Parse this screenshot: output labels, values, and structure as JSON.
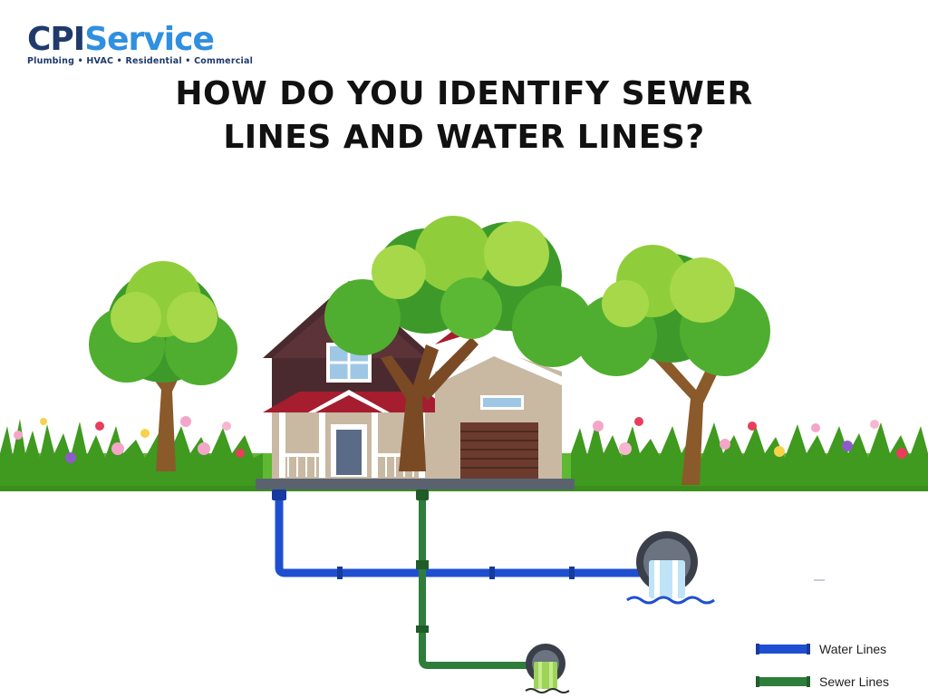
{
  "logo": {
    "brand_part1": "CPI",
    "brand_part2": "Service",
    "tagline": "Plumbing • HVAC • Residential • Commercial"
  },
  "title": {
    "line1": "HOW DO YOU IDENTIFY SEWER",
    "line2": "LINES AND WATER LINES?"
  },
  "legend": {
    "water_label": "Water Lines",
    "sewer_label": "Sewer Lines"
  },
  "colors": {
    "water_line": "#1f4fd1",
    "sewer_line": "#2e7d3a",
    "grass": "#4caf2a",
    "title_text": "#111111",
    "brand_dark": "#1f3a6b",
    "brand_light": "#2f8fe0"
  }
}
